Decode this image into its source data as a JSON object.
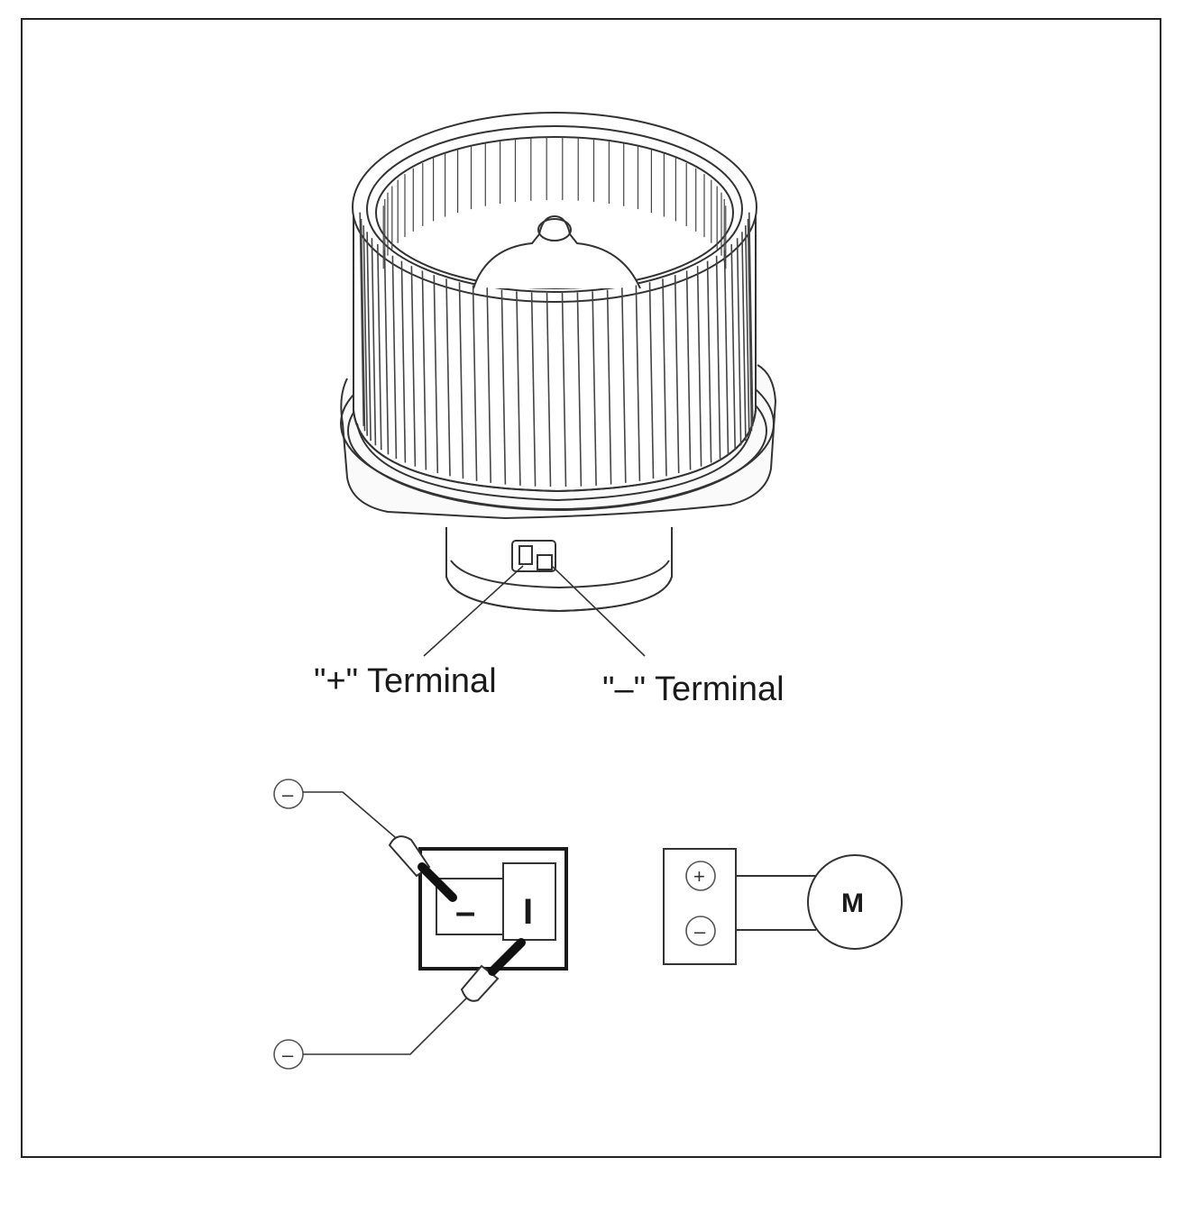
{
  "labels": {
    "plus_terminal": "\"+\" Terminal",
    "minus_terminal": "\"–\" Terminal",
    "connector_minus_pin": "–",
    "connector_plus_pin": "I",
    "motor": "M",
    "probe_top_symbol": "–",
    "probe_bottom_symbol": "–",
    "motor_plus_symbol": "+",
    "motor_minus_symbol": "–"
  }
}
